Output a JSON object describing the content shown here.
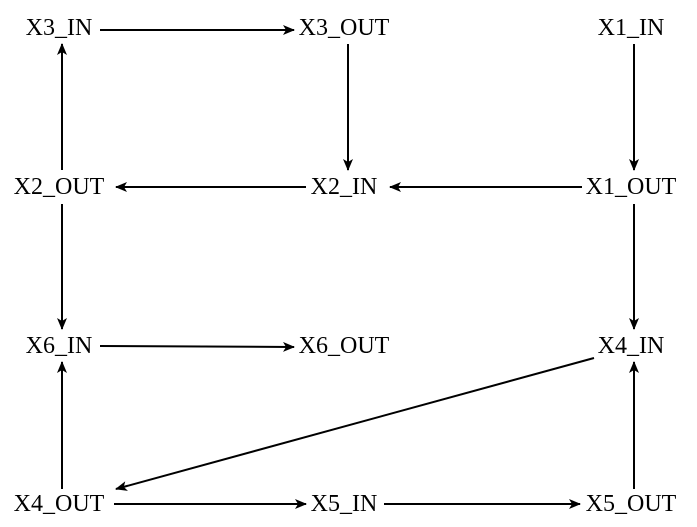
{
  "diagram": {
    "nodes": [
      {
        "id": "x3_in",
        "label": "X3_IN"
      },
      {
        "id": "x3_out",
        "label": "X3_OUT"
      },
      {
        "id": "x1_in",
        "label": "X1_IN"
      },
      {
        "id": "x2_out",
        "label": "X2_OUT"
      },
      {
        "id": "x2_in",
        "label": "X2_IN"
      },
      {
        "id": "x1_out",
        "label": "X1_OUT"
      },
      {
        "id": "x6_in",
        "label": "X6_IN"
      },
      {
        "id": "x6_out",
        "label": "X6_OUT"
      },
      {
        "id": "x4_in",
        "label": "X4_IN"
      },
      {
        "id": "x4_out",
        "label": "X4_OUT"
      },
      {
        "id": "x5_in",
        "label": "X5_IN"
      },
      {
        "id": "x5_out",
        "label": "X5_OUT"
      }
    ],
    "edges": [
      {
        "from": "x3_in",
        "to": "x3_out"
      },
      {
        "from": "x3_out",
        "to": "x2_in"
      },
      {
        "from": "x1_in",
        "to": "x1_out"
      },
      {
        "from": "x1_out",
        "to": "x2_in"
      },
      {
        "from": "x2_in",
        "to": "x2_out"
      },
      {
        "from": "x2_out",
        "to": "x3_in"
      },
      {
        "from": "x2_out",
        "to": "x6_in"
      },
      {
        "from": "x1_out",
        "to": "x4_in"
      },
      {
        "from": "x6_in",
        "to": "x6_out"
      },
      {
        "from": "x4_in",
        "to": "x4_out"
      },
      {
        "from": "x4_out",
        "to": "x6_in"
      },
      {
        "from": "x4_out",
        "to": "x5_in"
      },
      {
        "from": "x5_in",
        "to": "x5_out"
      },
      {
        "from": "x5_out",
        "to": "x4_in"
      }
    ]
  }
}
